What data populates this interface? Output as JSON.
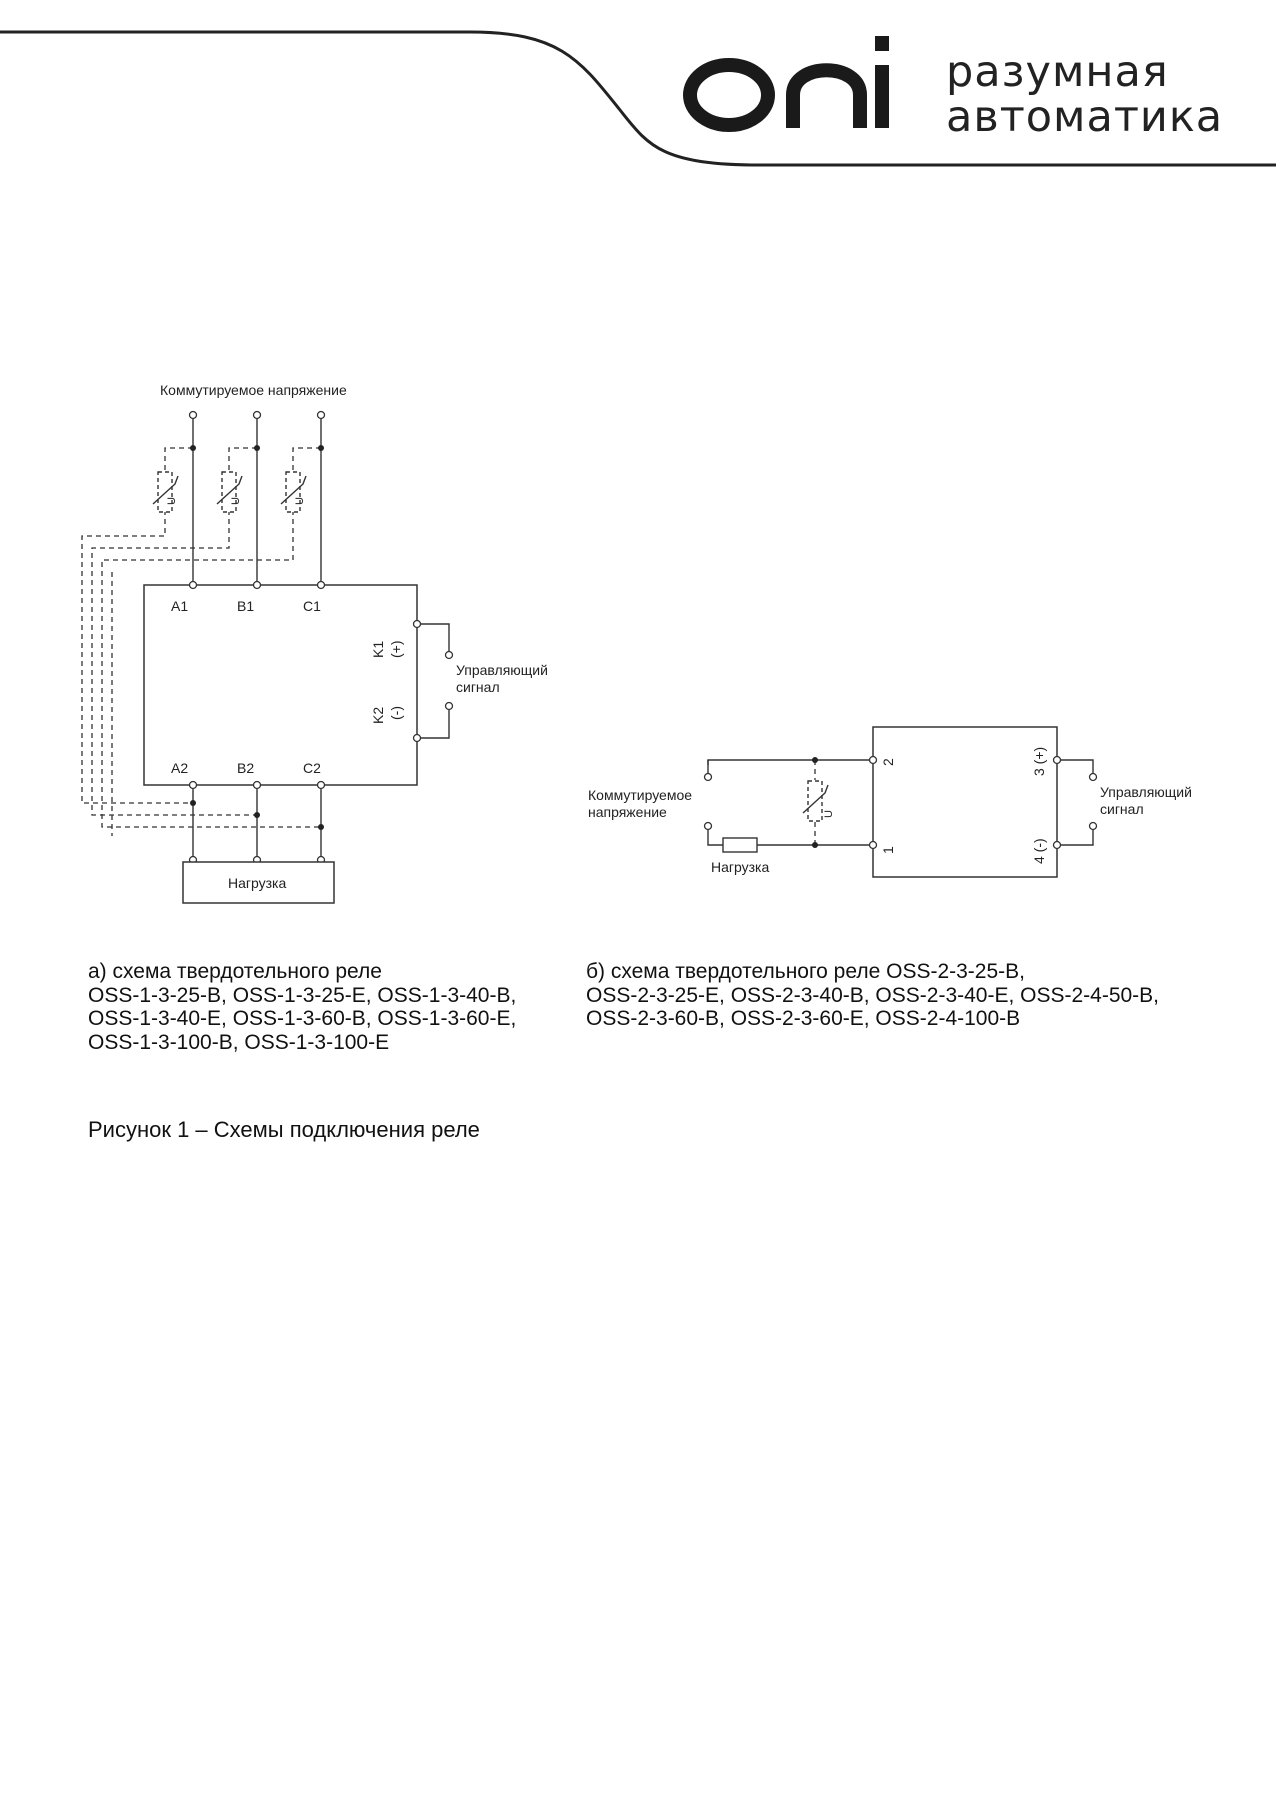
{
  "header": {
    "logo_mark": "oni",
    "tagline_line1": "разумная",
    "tagline_line2": "автоматика"
  },
  "diagram_a": {
    "supply_label": "Коммутируемое напряжение",
    "terminals_top": [
      "A1",
      "B1",
      "C1"
    ],
    "terminals_bottom": [
      "A2",
      "B2",
      "C2"
    ],
    "k1_label": "K1",
    "k1_polarity": "(+)",
    "k2_label": "K2",
    "k2_polarity": "(-)",
    "control_line1": "Управляющий",
    "control_line2": "сигнал",
    "load_label": "Нагрузка",
    "varistor_symbol": "U"
  },
  "diagram_b": {
    "supply_line1": "Коммутируемое",
    "supply_line2": "напряжение",
    "load_label": "Нагрузка",
    "terminal_2": "2",
    "terminal_1": "1",
    "terminal_3": "3 (+)",
    "terminal_4": "4 (-)",
    "control_line1": "Управляющий",
    "control_line2": "сигнал",
    "varistor_symbol": "U"
  },
  "caption_a": [
    "а) схема твердотельного реле",
    "OSS-1-3-25-B, OSS-1-3-25-E, OSS-1-3-40-B,",
    "OSS-1-3-40-E, OSS-1-3-60-B, OSS-1-3-60-E,",
    "OSS-1-3-100-B, OSS-1-3-100-E"
  ],
  "caption_b": [
    "б) схема твердотельного реле OSS-2-3-25-B,",
    "OSS-2-3-25-E, OSS-2-3-40-B, OSS-2-3-40-E, OSS-2-4-50-B,",
    "OSS-2-3-60-B, OSS-2-3-60-E, OSS-2-4-100-B"
  ],
  "figure_title": "Рисунок 1 – Схемы подключения реле"
}
